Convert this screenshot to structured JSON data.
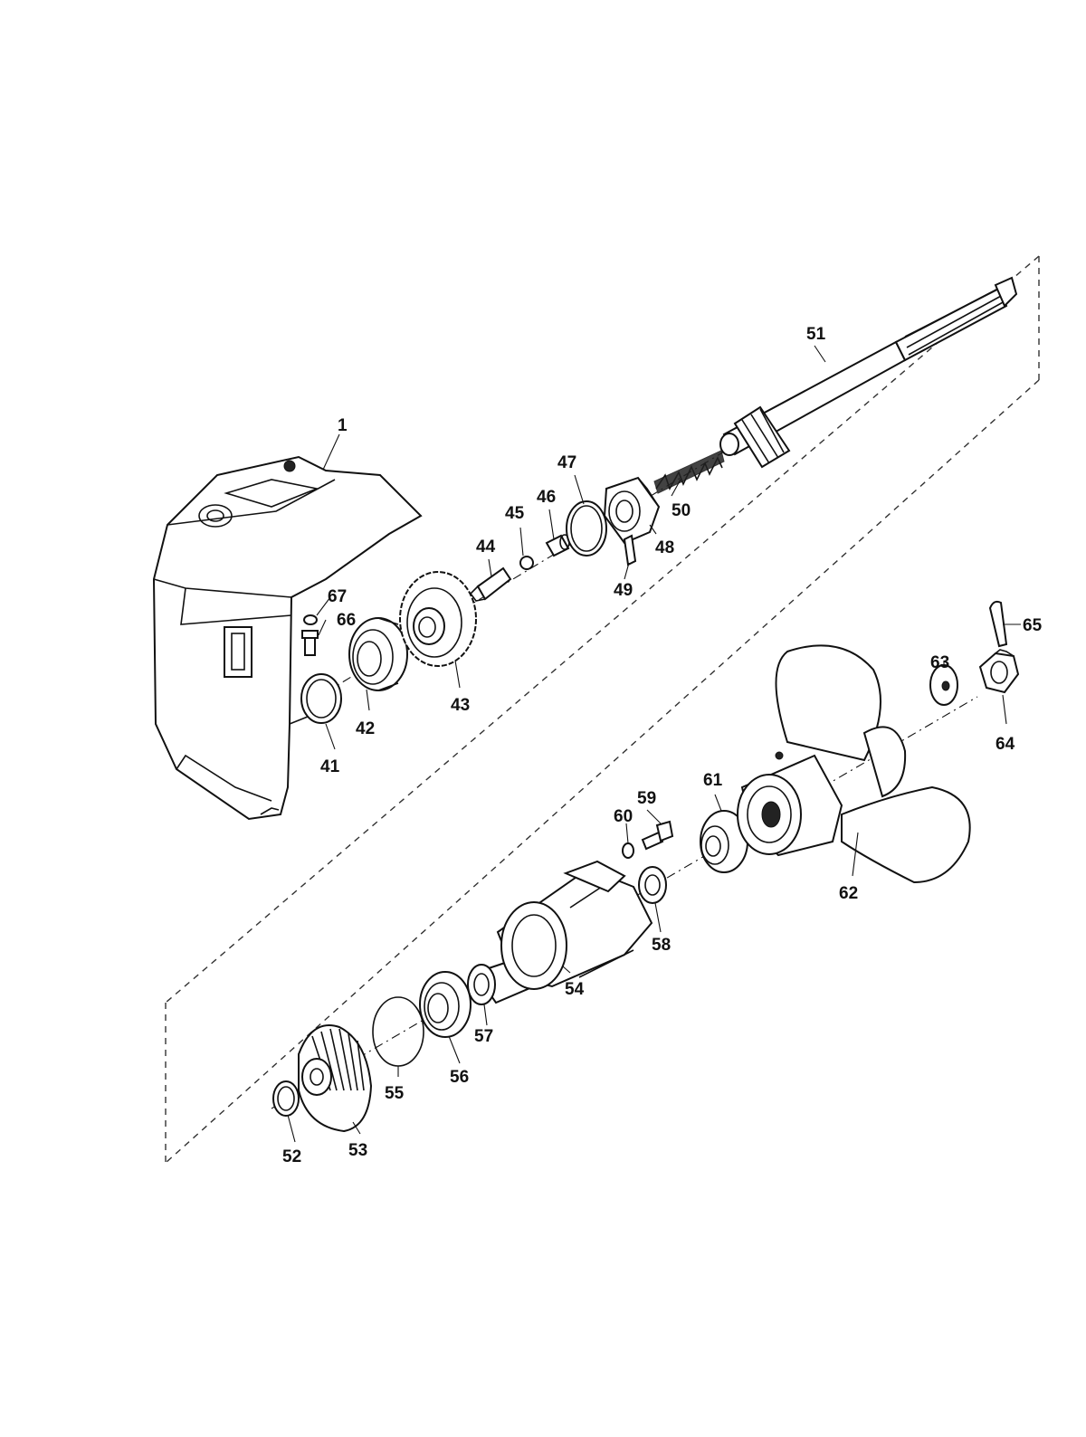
{
  "colors": {
    "ink": "#111111",
    "paper": "#ffffff"
  },
  "callouts": {
    "c1": "1",
    "c41": "41",
    "c42": "42",
    "c43": "43",
    "c44": "44",
    "c45": "45",
    "c46": "46",
    "c47": "47",
    "c48": "48",
    "c49": "49",
    "c50": "50",
    "c51": "51",
    "c52": "52",
    "c53": "53",
    "c54": "54",
    "c55": "55",
    "c56": "56",
    "c57": "57",
    "c58": "58",
    "c59": "59",
    "c60": "60",
    "c61": "61",
    "c62": "62",
    "c63": "63",
    "c64": "64",
    "c65": "65",
    "c66": "66",
    "c67": "67"
  },
  "parts": [
    {
      "id": "1",
      "name": "gearcase-housing"
    },
    {
      "id": "41",
      "name": "shim-ring"
    },
    {
      "id": "42",
      "name": "ball-bearing"
    },
    {
      "id": "43",
      "name": "forward-gear"
    },
    {
      "id": "44",
      "name": "shift-plunger"
    },
    {
      "id": "45",
      "name": "ball"
    },
    {
      "id": "46",
      "name": "pin"
    },
    {
      "id": "47",
      "name": "retaining-spring"
    },
    {
      "id": "48",
      "name": "clutch-dog"
    },
    {
      "id": "49",
      "name": "cross-pin"
    },
    {
      "id": "50",
      "name": "spring"
    },
    {
      "id": "51",
      "name": "propeller-shaft"
    },
    {
      "id": "52",
      "name": "thrust-washer"
    },
    {
      "id": "53",
      "name": "reverse-gear"
    },
    {
      "id": "54",
      "name": "bearing-carrier"
    },
    {
      "id": "55",
      "name": "o-ring"
    },
    {
      "id": "56",
      "name": "ball-bearing"
    },
    {
      "id": "57",
      "name": "needle-bearing"
    },
    {
      "id": "58",
      "name": "oil-seal"
    },
    {
      "id": "59",
      "name": "bolt"
    },
    {
      "id": "60",
      "name": "washer"
    },
    {
      "id": "61",
      "name": "thrust-hub"
    },
    {
      "id": "62",
      "name": "propeller"
    },
    {
      "id": "63",
      "name": "washer"
    },
    {
      "id": "64",
      "name": "castle-nut"
    },
    {
      "id": "65",
      "name": "cotter-pin"
    },
    {
      "id": "66",
      "name": "bolt"
    },
    {
      "id": "67",
      "name": "washer"
    }
  ]
}
